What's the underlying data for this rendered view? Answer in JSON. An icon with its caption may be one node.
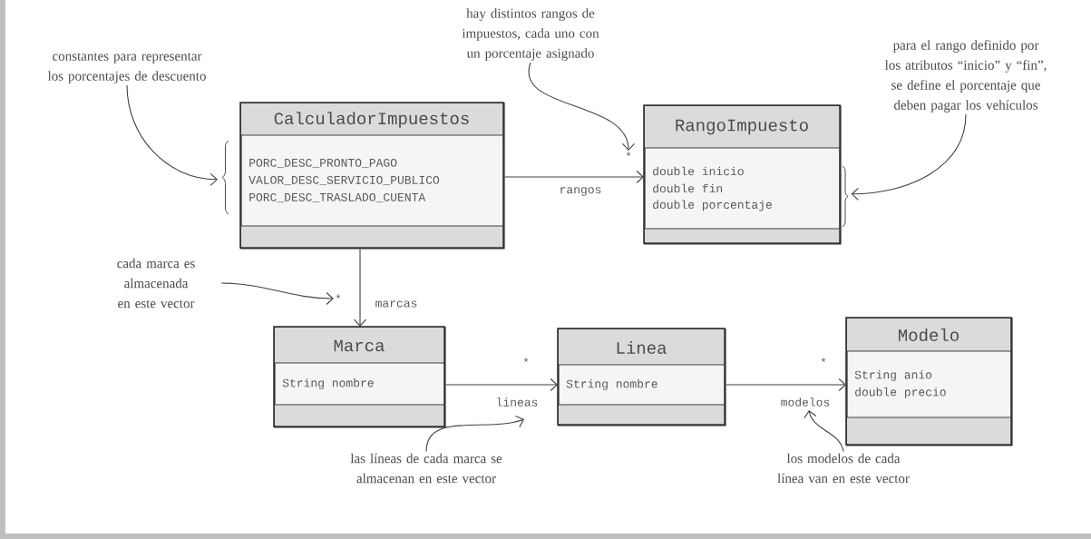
{
  "diagram": {
    "nodes": [
      {
        "text": [
          "CalculadorImpuestos",
          "PORC_DESC_PRONTO_PAGO",
          "VALOR_DESC_SERVICIO_PUBLICO",
          "PORC_DESC_TRASLADO_CUENTA"
        ]
      },
      {
        "text": [
          "RangoImpuesto",
          "double inicio",
          "double fin",
          "double porcentaje"
        ]
      },
      {
        "text": [
          "Marca",
          "String nombre"
        ]
      },
      {
        "text": [
          "Linea",
          "String nombre"
        ]
      },
      {
        "text": [
          "Modelo",
          "String anio",
          "double precio"
        ]
      },
      {
        "text": [
          "constantes para representar los porcentajes de descuento"
        ]
      },
      {
        "text": [
          "hay distintos rangos de impuestos, cada uno con un porcentaje asignado"
        ]
      },
      {
        "text": [
          "para el rango definido por los atributos “inicio” y “fin”, se define el porcentaje que deben pagar los vehículos"
        ]
      },
      {
        "text": [
          "cada marca es almacenada en este vector"
        ]
      },
      {
        "text": [
          "las líneas de cada marca se almacenan en este vector"
        ]
      },
      {
        "text": [
          "los modelos de cada línea van en este vector"
        ]
      },
      {
        "text": [
          "*"
        ]
      },
      {
        "text": [
          "*"
        ]
      },
      {
        "text": [
          "*"
        ]
      },
      {
        "text": [
          "*"
        ]
      }
    ],
    "edges": [
      {
        "from": 0,
        "to": 1,
        "arrow": "to",
        "label": "rangos"
      },
      {
        "from": 0,
        "to": 2,
        "arrow": "to",
        "label": "marcas"
      },
      {
        "from": 2,
        "to": 3,
        "arrow": "to",
        "label": "lineas"
      },
      {
        "from": 3,
        "to": 4,
        "arrow": "to",
        "label": "modelos"
      },
      {
        "from": 5,
        "to": 0,
        "arrow": "to"
      },
      {
        "from": 6,
        "to": 11,
        "arrow": "to"
      },
      {
        "from": 7,
        "to": 1,
        "arrow": "to"
      },
      {
        "from": 8,
        "to": 12,
        "arrow": "to"
      },
      {
        "from": 9,
        "to": null,
        "arrow": "to"
      },
      {
        "from": 10,
        "to": null,
        "arrow": "to"
      }
    ]
  }
}
